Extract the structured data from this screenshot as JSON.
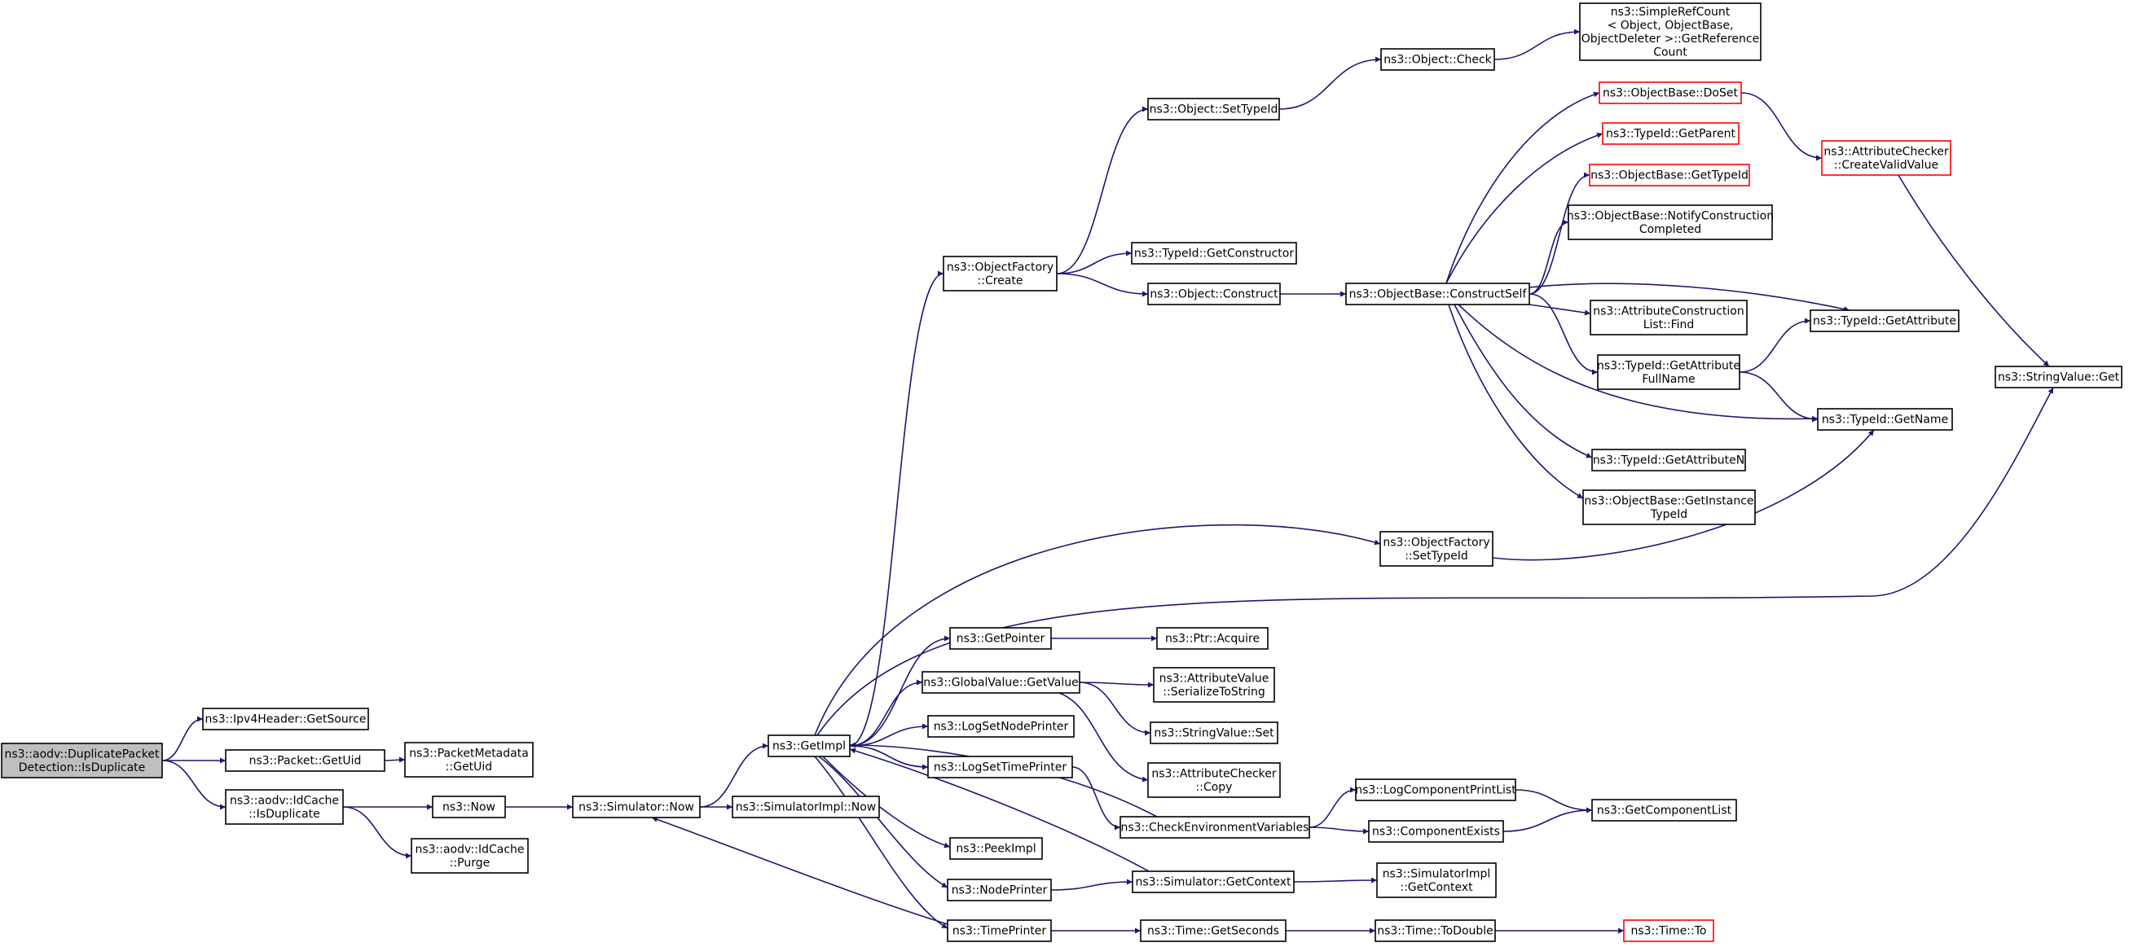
{
  "diagram": {
    "type": "call-graph",
    "colors": {
      "edge": "#191970",
      "root_fill": "#bfbfbf",
      "truncated_border": "#ff0000",
      "node_border": "#000000"
    },
    "nodes": [
      {
        "id": "root",
        "lines": [
          "ns3::aodv::DuplicatePacket",
          "Detection::IsDuplicate"
        ],
        "style": "root"
      },
      {
        "id": "ipv4src",
        "lines": [
          "ns3::Ipv4Header::GetSource"
        ]
      },
      {
        "id": "pktuid",
        "lines": [
          "ns3::Packet::GetUid"
        ]
      },
      {
        "id": "pmuid",
        "lines": [
          "ns3::PacketMetadata",
          "::GetUid"
        ]
      },
      {
        "id": "idcache",
        "lines": [
          "ns3::aodv::IdCache",
          "::IsDuplicate"
        ]
      },
      {
        "id": "now",
        "lines": [
          "ns3::Now"
        ]
      },
      {
        "id": "purge",
        "lines": [
          "ns3::aodv::IdCache",
          "::Purge"
        ]
      },
      {
        "id": "simnow",
        "lines": [
          "ns3::Simulator::Now"
        ]
      },
      {
        "id": "simimplnow",
        "lines": [
          "ns3::SimulatorImpl::Now"
        ]
      },
      {
        "id": "getimpl",
        "lines": [
          "ns3::GetImpl"
        ]
      },
      {
        "id": "ofcreate",
        "lines": [
          "ns3::ObjectFactory",
          "::Create"
        ]
      },
      {
        "id": "objsettid",
        "lines": [
          "ns3::Object::SetTypeId"
        ]
      },
      {
        "id": "objcheck",
        "lines": [
          "ns3::Object::Check"
        ]
      },
      {
        "id": "srcgetref",
        "lines": [
          "ns3::SimpleRefCount",
          "< Object, ObjectBase,",
          "ObjectDeleter >::GetReference",
          "Count"
        ]
      },
      {
        "id": "tidgetctor",
        "lines": [
          "ns3::TypeId::GetConstructor"
        ]
      },
      {
        "id": "objconstruct",
        "lines": [
          "ns3::Object::Construct"
        ]
      },
      {
        "id": "obconstructself",
        "lines": [
          "ns3::ObjectBase::ConstructSelf"
        ]
      },
      {
        "id": "obdoset",
        "lines": [
          "ns3::ObjectBase::DoSet"
        ],
        "style": "truncated"
      },
      {
        "id": "tidgetparent",
        "lines": [
          "ns3::TypeId::GetParent"
        ],
        "style": "truncated"
      },
      {
        "id": "obgettid",
        "lines": [
          "ns3::ObjectBase::GetTypeId"
        ],
        "style": "truncated"
      },
      {
        "id": "obnotify",
        "lines": [
          "ns3::ObjectBase::NotifyConstruction",
          "Completed"
        ]
      },
      {
        "id": "aclfind",
        "lines": [
          "ns3::AttributeConstruction",
          "List::Find"
        ]
      },
      {
        "id": "tidgetattrfull",
        "lines": [
          "ns3::TypeId::GetAttribute",
          "FullName"
        ]
      },
      {
        "id": "tidgetattrn",
        "lines": [
          "ns3::TypeId::GetAttributeN"
        ]
      },
      {
        "id": "obgetinst",
        "lines": [
          "ns3::ObjectBase::GetInstance",
          "TypeId"
        ]
      },
      {
        "id": "accreate",
        "lines": [
          "ns3::AttributeChecker",
          "::CreateValidValue"
        ],
        "style": "truncated"
      },
      {
        "id": "tidgetattr",
        "lines": [
          "ns3::TypeId::GetAttribute"
        ]
      },
      {
        "id": "tidgetname",
        "lines": [
          "ns3::TypeId::GetName"
        ]
      },
      {
        "id": "strvalget",
        "lines": [
          "ns3::StringValue::Get"
        ]
      },
      {
        "id": "ofsettid",
        "lines": [
          "ns3::ObjectFactory",
          "::SetTypeId"
        ]
      },
      {
        "id": "getpointer",
        "lines": [
          "ns3::GetPointer"
        ]
      },
      {
        "id": "ptracquire",
        "lines": [
          "ns3::Ptr::Acquire"
        ]
      },
      {
        "id": "gvgetvalue",
        "lines": [
          "ns3::GlobalValue::GetValue"
        ]
      },
      {
        "id": "avserialize",
        "lines": [
          "ns3::AttributeValue",
          "::SerializeToString"
        ]
      },
      {
        "id": "strvalset",
        "lines": [
          "ns3::StringValue::Set"
        ]
      },
      {
        "id": "accopy",
        "lines": [
          "ns3::AttributeChecker",
          "::Copy"
        ]
      },
      {
        "id": "logsetnode",
        "lines": [
          "ns3::LogSetNodePrinter"
        ]
      },
      {
        "id": "logsettime",
        "lines": [
          "ns3::LogSetTimePrinter"
        ]
      },
      {
        "id": "checkenv",
        "lines": [
          "ns3::CheckEnvironmentVariables"
        ]
      },
      {
        "id": "logcompprint",
        "lines": [
          "ns3::LogComponentPrintList"
        ]
      },
      {
        "id": "compexists",
        "lines": [
          "ns3::ComponentExists"
        ]
      },
      {
        "id": "getcomplist",
        "lines": [
          "ns3::GetComponentList"
        ]
      },
      {
        "id": "peekimpl",
        "lines": [
          "ns3::PeekImpl"
        ]
      },
      {
        "id": "nodeprinter",
        "lines": [
          "ns3::NodePrinter"
        ]
      },
      {
        "id": "simgetctx",
        "lines": [
          "ns3::Simulator::GetContext"
        ]
      },
      {
        "id": "simimplgetctx",
        "lines": [
          "ns3::SimulatorImpl",
          "::GetContext"
        ]
      },
      {
        "id": "timeprinter",
        "lines": [
          "ns3::TimePrinter"
        ]
      },
      {
        "id": "timegetsec",
        "lines": [
          "ns3::Time::GetSeconds"
        ]
      },
      {
        "id": "timetodouble",
        "lines": [
          "ns3::Time::ToDouble"
        ]
      },
      {
        "id": "timeto",
        "lines": [
          "ns3::Time::To"
        ],
        "style": "truncated"
      }
    ],
    "edges": [
      [
        "root",
        "ipv4src"
      ],
      [
        "root",
        "pktuid"
      ],
      [
        "root",
        "idcache"
      ],
      [
        "pktuid",
        "pmuid"
      ],
      [
        "idcache",
        "now"
      ],
      [
        "idcache",
        "purge"
      ],
      [
        "now",
        "simnow"
      ],
      [
        "simnow",
        "simimplnow"
      ],
      [
        "simnow",
        "getimpl"
      ],
      [
        "getimpl",
        "ofcreate"
      ],
      [
        "getimpl",
        "ofsettid"
      ],
      [
        "getimpl",
        "strvalget"
      ],
      [
        "getimpl",
        "getpointer"
      ],
      [
        "getimpl",
        "gvgetvalue"
      ],
      [
        "getimpl",
        "logsetnode"
      ],
      [
        "getimpl",
        "logsettime"
      ],
      [
        "getimpl",
        "peekimpl"
      ],
      [
        "getimpl",
        "nodeprinter"
      ],
      [
        "getimpl",
        "timeprinter"
      ],
      [
        "ofcreate",
        "objsettid"
      ],
      [
        "ofcreate",
        "tidgetctor"
      ],
      [
        "ofcreate",
        "objconstruct"
      ],
      [
        "objsettid",
        "objcheck"
      ],
      [
        "objcheck",
        "srcgetref"
      ],
      [
        "objconstruct",
        "obconstructself"
      ],
      [
        "obconstructself",
        "obdoset"
      ],
      [
        "obconstructself",
        "tidgetparent"
      ],
      [
        "obconstructself",
        "obgettid"
      ],
      [
        "obconstructself",
        "obnotify"
      ],
      [
        "obconstructself",
        "tidgetattr"
      ],
      [
        "obconstructself",
        "aclfind"
      ],
      [
        "obconstructself",
        "tidgetattrfull"
      ],
      [
        "obconstructself",
        "tidgetname"
      ],
      [
        "obconstructself",
        "tidgetattrn"
      ],
      [
        "obconstructself",
        "obgetinst"
      ],
      [
        "obdoset",
        "accreate"
      ],
      [
        "accreate",
        "strvalget"
      ],
      [
        "tidgetattrfull",
        "tidgetattr"
      ],
      [
        "tidgetattrfull",
        "tidgetname"
      ],
      [
        "ofsettid",
        "tidgetname"
      ],
      [
        "getpointer",
        "ptracquire"
      ],
      [
        "gvgetvalue",
        "avserialize"
      ],
      [
        "gvgetvalue",
        "strvalset"
      ],
      [
        "gvgetvalue",
        "accopy"
      ],
      [
        "logsettime",
        "checkenv"
      ],
      [
        "checkenv",
        "logcompprint"
      ],
      [
        "checkenv",
        "compexists"
      ],
      [
        "checkenv",
        "getimpl"
      ],
      [
        "logcompprint",
        "getcomplist"
      ],
      [
        "compexists",
        "getcomplist"
      ],
      [
        "nodeprinter",
        "simgetctx"
      ],
      [
        "simgetctx",
        "getimpl"
      ],
      [
        "simgetctx",
        "simimplgetctx"
      ],
      [
        "timeprinter",
        "timegetsec"
      ],
      [
        "timeprinter",
        "simnow"
      ],
      [
        "timegetsec",
        "timetodouble"
      ],
      [
        "timetodouble",
        "timeto"
      ]
    ]
  }
}
